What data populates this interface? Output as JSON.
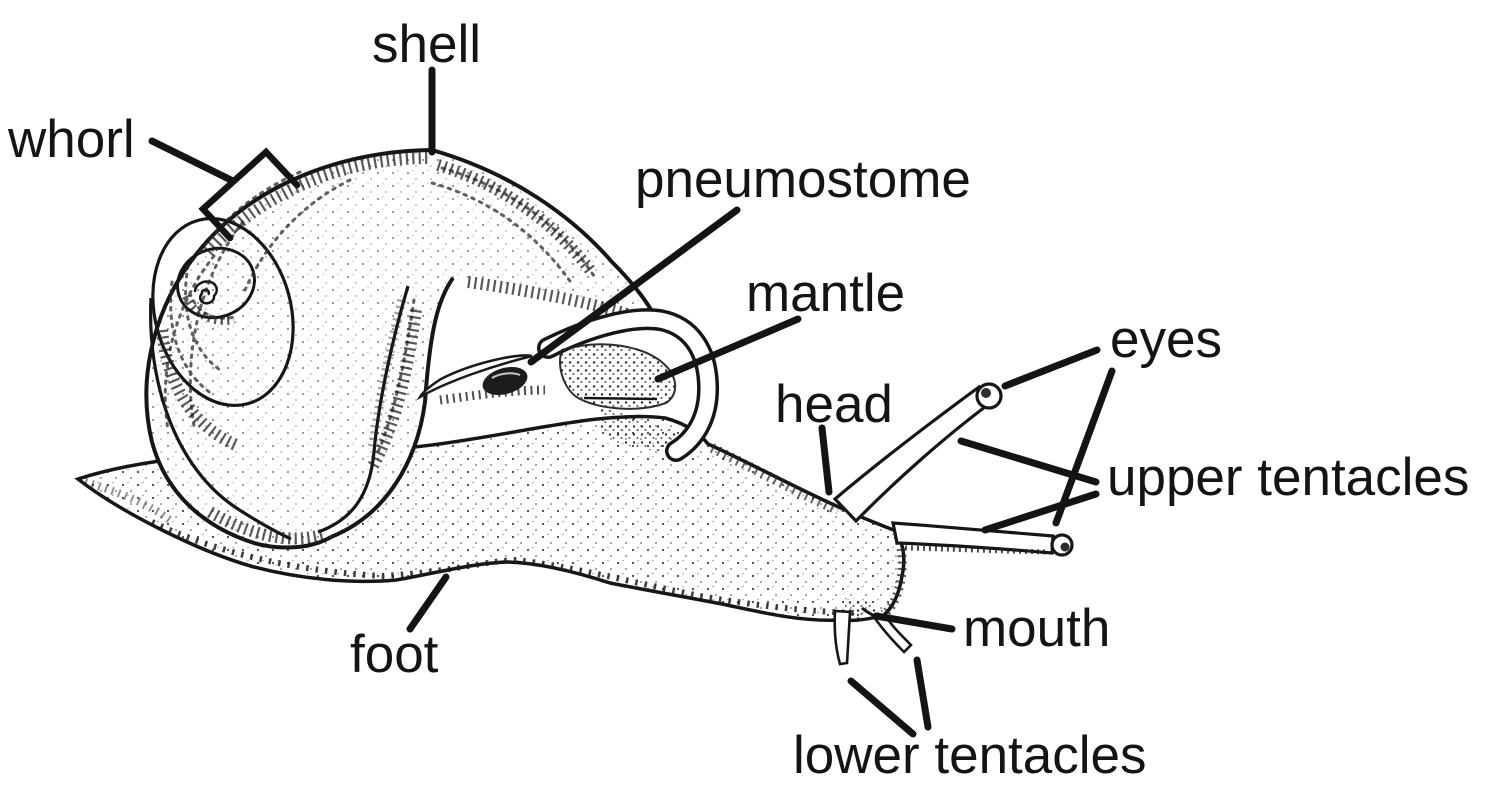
{
  "figure": {
    "type": "labeled-anatomy-line-diagram",
    "subject": "snail external anatomy, left side view",
    "background_color": "#ffffff",
    "ink_color": "#161616",
    "labels": {
      "shell": {
        "text": "shell",
        "points_to": "top of shell"
      },
      "whorl": {
        "text": "whorl",
        "points_to": "whorl band on shell marked by bracket"
      },
      "pneumostome": {
        "text": "pneumostome",
        "points_to": "breathing pore at shell aperture"
      },
      "mantle": {
        "text": "mantle",
        "points_to": "mantle collar at shell opening"
      },
      "head": {
        "text": "head",
        "points_to": "top of head"
      },
      "eyes": {
        "text": "eyes",
        "points_to": "tips of the two upper tentacles"
      },
      "upper_tentacles": {
        "text": "upper tentacles",
        "points_to": "two long tentacles"
      },
      "mouth": {
        "text": "mouth",
        "points_to": "front of snout"
      },
      "foot": {
        "text": "foot",
        "points_to": "underside of body"
      },
      "lower_tentacles": {
        "text": "lower tentacles",
        "points_to": "two short tentacles under head"
      }
    }
  }
}
